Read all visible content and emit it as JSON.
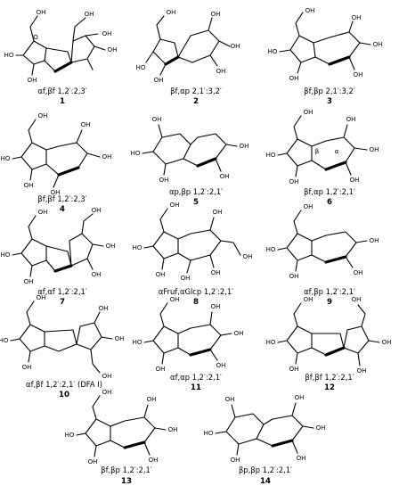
{
  "figure": {
    "compounds": [
      {
        "number": "1",
        "label": "αf,βf 1,2′:2,3′"
      },
      {
        "number": "2",
        "label": "βf,αp 2,1′:3,2′"
      },
      {
        "number": "3",
        "label": "βf,βp 2,1′:3,2′"
      },
      {
        "number": "4",
        "label": "βf,βf 1,2′:2,3′"
      },
      {
        "number": "5",
        "label": "αp,βp 1,2′:2,1′"
      },
      {
        "number": "6",
        "label": "βf,αp 1,2′:2,1′"
      },
      {
        "number": "7",
        "label": "αf,αf 1,2′:2,1′"
      },
      {
        "number": "8",
        "label": "αFruf,αGlcp 1,2′:2,1′"
      },
      {
        "number": "9",
        "label": "αf,βp 1,2′:2,1′"
      },
      {
        "number": "10",
        "label": "αf,βf 1,2′:2,1′ (DFA I)"
      },
      {
        "number": "11",
        "label": "αf,αp 1,2′:2,1′"
      },
      {
        "number": "12",
        "label": "βf,βf 1,2′:2,1′"
      },
      {
        "number": "13",
        "label": "βf,βp 1,2′:2,1′"
      },
      {
        "number": "14",
        "label": "βp,βp 1,2′:2,1′"
      }
    ],
    "atoms": {
      "hydroxyl": "OH",
      "hydroxyl_left": "HO",
      "oxygen": "O",
      "beta": "β",
      "alpha": "α"
    }
  }
}
